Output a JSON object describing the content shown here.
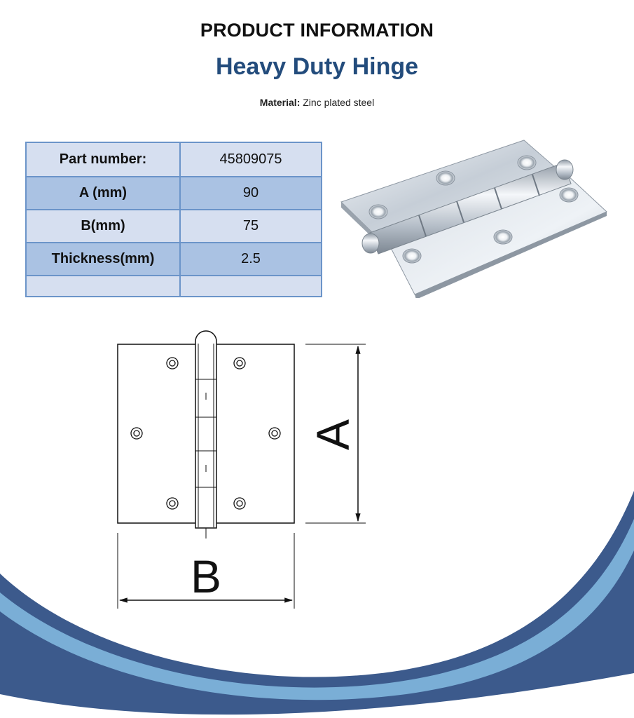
{
  "header": {
    "title": "PRODUCT INFORMATION",
    "product_name": "Heavy Duty Hinge",
    "material_label": "Material:",
    "material_value": "Zinc plated steel"
  },
  "specs": [
    {
      "label": "Part number:",
      "value": "45809075"
    },
    {
      "label": "A (mm)",
      "value": "90"
    },
    {
      "label": "B(mm)",
      "value": "75"
    },
    {
      "label": "Thickness(mm)",
      "value": "2.5"
    },
    {
      "label": "",
      "value": ""
    }
  ],
  "diagram": {
    "dimension_a_label": "A",
    "dimension_b_label": "B"
  },
  "colors": {
    "title_blue": "#234c7c",
    "table_border": "#6b94c9",
    "row_light": "#d6dff0",
    "row_dark": "#aac2e3",
    "wave_dark": "#3c5a8c",
    "wave_light": "#7aaed6"
  }
}
